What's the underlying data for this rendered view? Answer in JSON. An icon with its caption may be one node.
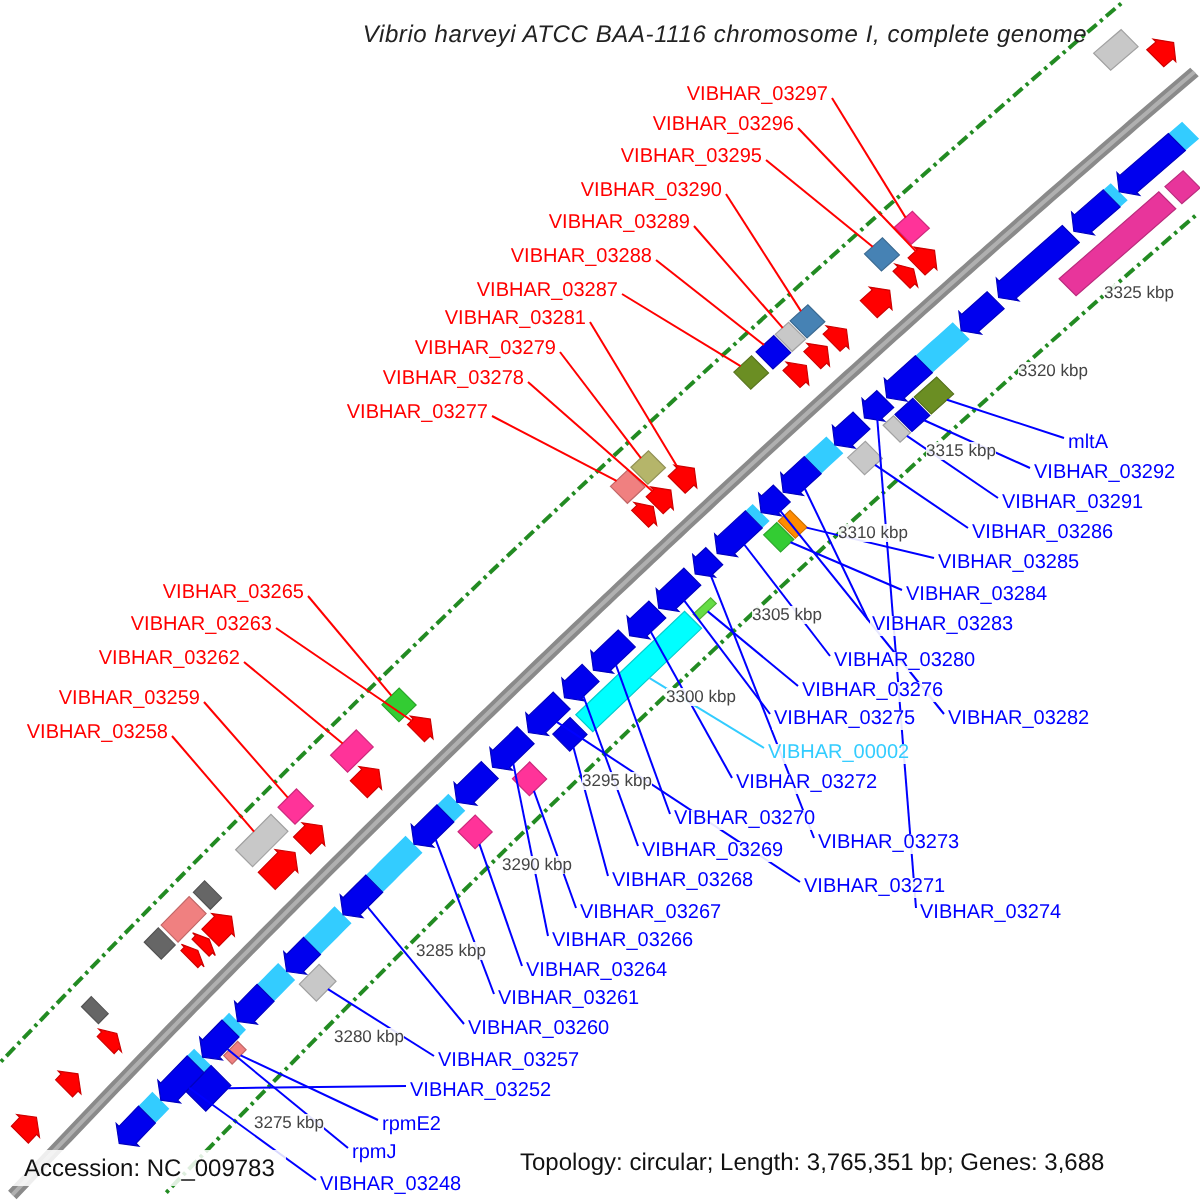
{
  "diagram": {
    "title": "Vibrio harveyi ATCC BAA-1116 chromosome I, complete genome",
    "nodes": [
      {
        "text": [
          "VIBHAR_03297"
        ]
      },
      {
        "text": [
          "VIBHAR_03296"
        ]
      },
      {
        "text": [
          "VIBHAR_03295"
        ]
      },
      {
        "text": [
          "VIBHAR_03290"
        ]
      },
      {
        "text": [
          "VIBHAR_03289"
        ]
      },
      {
        "text": [
          "VIBHAR_03288"
        ]
      },
      {
        "text": [
          "VIBHAR_03287"
        ]
      },
      {
        "text": [
          "VIBHAR_03281"
        ]
      },
      {
        "text": [
          "VIBHAR_03279"
        ]
      },
      {
        "text": [
          "VIBHAR_03278"
        ]
      },
      {
        "text": [
          "VIBHAR_03277"
        ]
      },
      {
        "text": [
          "VIBHAR_03265"
        ]
      },
      {
        "text": [
          "VIBHAR_03263"
        ]
      },
      {
        "text": [
          "VIBHAR_03262"
        ]
      },
      {
        "text": [
          "VIBHAR_03259"
        ]
      },
      {
        "text": [
          "VIBHAR_03258"
        ]
      },
      {
        "text": [
          "mltA"
        ]
      },
      {
        "text": [
          "VIBHAR_03292"
        ]
      },
      {
        "text": [
          "VIBHAR_03291"
        ]
      },
      {
        "text": [
          "VIBHAR_03286"
        ]
      },
      {
        "text": [
          "VIBHAR_03285"
        ]
      },
      {
        "text": [
          "VIBHAR_03284"
        ]
      },
      {
        "text": [
          "VIBHAR_03283"
        ]
      },
      {
        "text": [
          "VIBHAR_03280"
        ]
      },
      {
        "text": [
          "VIBHAR_03276"
        ]
      },
      {
        "text": [
          "VIBHAR_03282"
        ]
      },
      {
        "text": [
          "VIBHAR_03275"
        ]
      },
      {
        "text": [
          "VIBHAR_00002"
        ]
      },
      {
        "text": [
          "VIBHAR_03272"
        ]
      },
      {
        "text": [
          "VIBHAR_03270"
        ]
      },
      {
        "text": [
          "VIBHAR_03273"
        ]
      },
      {
        "text": [
          "VIBHAR_03269"
        ]
      },
      {
        "text": [
          "VIBHAR_03268"
        ]
      },
      {
        "text": [
          "VIBHAR_03271"
        ]
      },
      {
        "text": [
          "VIBHAR_03267"
        ]
      },
      {
        "text": [
          "VIBHAR_03274"
        ]
      },
      {
        "text": [
          "VIBHAR_03266"
        ]
      },
      {
        "text": [
          "VIBHAR_03264"
        ]
      },
      {
        "text": [
          "VIBHAR_03261"
        ]
      },
      {
        "text": [
          "VIBHAR_03260"
        ]
      },
      {
        "text": [
          "VIBHAR_03257"
        ]
      },
      {
        "text": [
          "VIBHAR_03252"
        ]
      },
      {
        "text": [
          "rpmE2"
        ]
      },
      {
        "text": [
          "rpmJ"
        ]
      },
      {
        "text": [
          "VIBHAR_03248"
        ]
      },
      {
        "text": [],
        "shape": "diamond"
      },
      {
        "text": [],
        "shape": "pentagon"
      },
      {
        "text": [],
        "shape": "diamond"
      },
      {
        "text": [],
        "shape": "diamond"
      },
      {
        "text": [],
        "shape": "diamond"
      },
      {
        "text": [],
        "shape": "diamond"
      },
      {
        "text": [],
        "shape": "diamond"
      },
      {
        "text": [],
        "shape": "pentagon"
      },
      {
        "text": [],
        "shape": "diamond"
      },
      {
        "text": [],
        "shape": "pentagon"
      },
      {
        "text": [],
        "shape": "diamond"
      },
      {
        "text": [],
        "shape": "diamond"
      },
      {
        "text": [],
        "shape": "pentagon"
      },
      {
        "text": [],
        "shape": "diamond"
      },
      {
        "text": [],
        "shape": "diamond"
      },
      {
        "text": [],
        "shape": "diamond"
      },
      {
        "text": [],
        "shape": "diamond"
      },
      {
        "text": [],
        "shape": "diamond"
      },
      {
        "text": [],
        "shape": "diamond"
      },
      {
        "text": [],
        "shape": "diamond"
      },
      {
        "text": [],
        "shape": "diamond"
      },
      {
        "text": [],
        "shape": "diamond"
      },
      {
        "text": [],
        "shape": "pentagon"
      },
      {
        "text": [],
        "shape": "pentagon"
      },
      {
        "text": [],
        "shape": "diamond"
      },
      {
        "text": [],
        "shape": "pentagon"
      },
      {
        "text": [],
        "shape": "pentagon"
      },
      {
        "text": [],
        "shape": "diamond"
      },
      {
        "text": [],
        "shape": "pentagon"
      },
      {
        "text": [],
        "shape": "pentagon"
      },
      {
        "text": [],
        "shape": "pentagon"
      },
      {
        "text": [],
        "shape": "pentagon"
      },
      {
        "text": [],
        "shape": "diamond"
      },
      {
        "text": [],
        "shape": "pentagon"
      },
      {
        "text": [],
        "shape": "diamond"
      },
      {
        "text": [],
        "shape": "pentagon"
      },
      {
        "text": [],
        "shape": "pentagon"
      },
      {
        "text": [],
        "shape": "diamond"
      },
      {
        "text": [],
        "shape": "pentagon"
      },
      {
        "text": [],
        "shape": "pentagon"
      },
      {
        "text": [],
        "shape": "diamond"
      },
      {
        "text": [],
        "shape": "diamond"
      },
      {
        "text": [],
        "shape": "diamond"
      },
      {
        "text": [],
        "shape": "pentagon"
      },
      {
        "text": [],
        "shape": "pentagon"
      },
      {
        "text": [],
        "shape": "pentagon"
      },
      {
        "text": [],
        "shape": "pentagon"
      },
      {
        "text": [],
        "shape": "pentagon"
      },
      {
        "text": [],
        "shape": "pentagon"
      },
      {
        "text": [],
        "shape": "pentagon"
      },
      {
        "text": [],
        "shape": "pentagon"
      },
      {
        "text": [],
        "shape": "pentagon"
      },
      {
        "text": [],
        "shape": "pentagon"
      },
      {
        "text": [],
        "shape": "pentagon"
      },
      {
        "text": [],
        "shape": "pentagon"
      },
      {
        "text": [],
        "shape": "bar"
      },
      {
        "text": [],
        "shape": "bar"
      },
      {
        "text": [],
        "shape": "diamond"
      },
      {
        "text": [],
        "shape": "diamond"
      },
      {
        "text": [],
        "shape": "diamond"
      },
      {
        "text": [],
        "shape": "diamond"
      },
      {
        "text": [],
        "shape": "diamond"
      },
      {
        "text": [],
        "shape": "pentagon"
      },
      {
        "text": [],
        "shape": "pentagon"
      },
      {
        "text": [],
        "shape": "pentagon"
      },
      {
        "text": [],
        "shape": "pentagon"
      },
      {
        "text": [],
        "shape": "pentagon"
      },
      {
        "text": [],
        "shape": "pentagon"
      },
      {
        "text": [],
        "shape": "pentagon"
      },
      {
        "text": [],
        "shape": "pentagon"
      },
      {
        "text": [],
        "shape": "pentagon"
      },
      {
        "text": [],
        "shape": "pentagon"
      },
      {
        "text": [],
        "shape": "pentagon"
      },
      {
        "text": [],
        "shape": "pentagon"
      },
      {
        "text": [],
        "shape": "pentagon"
      },
      {
        "text": [],
        "shape": "pentagon"
      },
      {
        "text": [],
        "shape": "pentagon"
      },
      {
        "text": [],
        "shape": "pentagon"
      }
    ],
    "edges": [
      {
        "from": 0,
        "to": 45,
        "arrow": "none",
        "color": "#ff0000"
      },
      {
        "from": 1,
        "to": 46,
        "arrow": "none",
        "color": "#ff0000"
      },
      {
        "from": 2,
        "to": 47,
        "arrow": "none",
        "color": "#ff0000"
      },
      {
        "from": 3,
        "to": 48,
        "arrow": "none",
        "color": "#ff0000"
      },
      {
        "from": 4,
        "to": 49,
        "arrow": "none",
        "color": "#ff0000"
      },
      {
        "from": 5,
        "to": 50,
        "arrow": "none",
        "color": "#ff0000"
      },
      {
        "from": 6,
        "to": 51,
        "arrow": "none",
        "color": "#ff0000"
      },
      {
        "from": 7,
        "to": 52,
        "arrow": "none",
        "color": "#ff0000"
      },
      {
        "from": 8,
        "to": 53,
        "arrow": "none",
        "color": "#ff0000"
      },
      {
        "from": 9,
        "to": 54,
        "arrow": "none",
        "color": "#ff0000"
      },
      {
        "from": 10,
        "to": 55,
        "arrow": "none",
        "color": "#ff0000"
      },
      {
        "from": 11,
        "to": 56,
        "arrow": "none",
        "color": "#ff0000"
      },
      {
        "from": 12,
        "to": 57,
        "arrow": "none",
        "color": "#ff0000"
      },
      {
        "from": 13,
        "to": 58,
        "arrow": "none",
        "color": "#ff0000"
      },
      {
        "from": 14,
        "to": 59,
        "arrow": "none",
        "color": "#ff0000"
      },
      {
        "from": 15,
        "to": 60,
        "arrow": "none",
        "color": "#ff0000"
      },
      {
        "from": 16,
        "to": 61,
        "arrow": "none"
      },
      {
        "from": 17,
        "to": 62,
        "arrow": "none"
      },
      {
        "from": 18,
        "to": 63,
        "arrow": "none"
      },
      {
        "from": 19,
        "to": 64,
        "arrow": "none"
      },
      {
        "from": 20,
        "to": 65,
        "arrow": "none"
      },
      {
        "from": 21,
        "to": 66,
        "arrow": "none"
      },
      {
        "from": 22,
        "to": 67,
        "arrow": "none"
      },
      {
        "from": 23,
        "to": 68,
        "arrow": "none"
      },
      {
        "from": 24,
        "to": 69,
        "arrow": "none"
      },
      {
        "from": 25,
        "to": 70,
        "arrow": "none"
      },
      {
        "from": 26,
        "to": 71,
        "arrow": "none"
      },
      {
        "from": 27,
        "to": 72,
        "arrow": "none",
        "color": "#33ccff"
      },
      {
        "from": 28,
        "to": 73,
        "arrow": "none"
      },
      {
        "from": 29,
        "to": 74,
        "arrow": "none"
      },
      {
        "from": 30,
        "to": 75,
        "arrow": "none"
      },
      {
        "from": 31,
        "to": 76,
        "arrow": "none"
      },
      {
        "from": 32,
        "to": 77,
        "arrow": "none"
      },
      {
        "from": 33,
        "to": 78,
        "arrow": "none"
      },
      {
        "from": 34,
        "to": 79,
        "arrow": "none"
      },
      {
        "from": 35,
        "to": 80,
        "arrow": "none"
      },
      {
        "from": 36,
        "to": 81,
        "arrow": "none"
      },
      {
        "from": 37,
        "to": 82,
        "arrow": "none"
      },
      {
        "from": 38,
        "to": 83,
        "arrow": "none"
      },
      {
        "from": 39,
        "to": 84,
        "arrow": "none"
      },
      {
        "from": 40,
        "to": 85,
        "arrow": "none"
      },
      {
        "from": 41,
        "to": 86,
        "arrow": "none"
      },
      {
        "from": 42,
        "to": 87,
        "arrow": "none"
      },
      {
        "from": 43,
        "to": 88,
        "arrow": "none"
      },
      {
        "from": 44,
        "to": 89,
        "arrow": "none"
      }
    ],
    "labels": [
      "3325 kbp",
      "3320 kbp",
      "3315 kbp",
      "3310 kbp",
      "3305 kbp",
      "3300 kbp",
      "3295 kbp",
      "3290 kbp",
      "3285 kbp",
      "3280 kbp",
      "3275 kbp",
      "Accession: NC_009783",
      "Topology: circular; Length: 3,765,351 bp; Genes: 3,688"
    ]
  }
}
